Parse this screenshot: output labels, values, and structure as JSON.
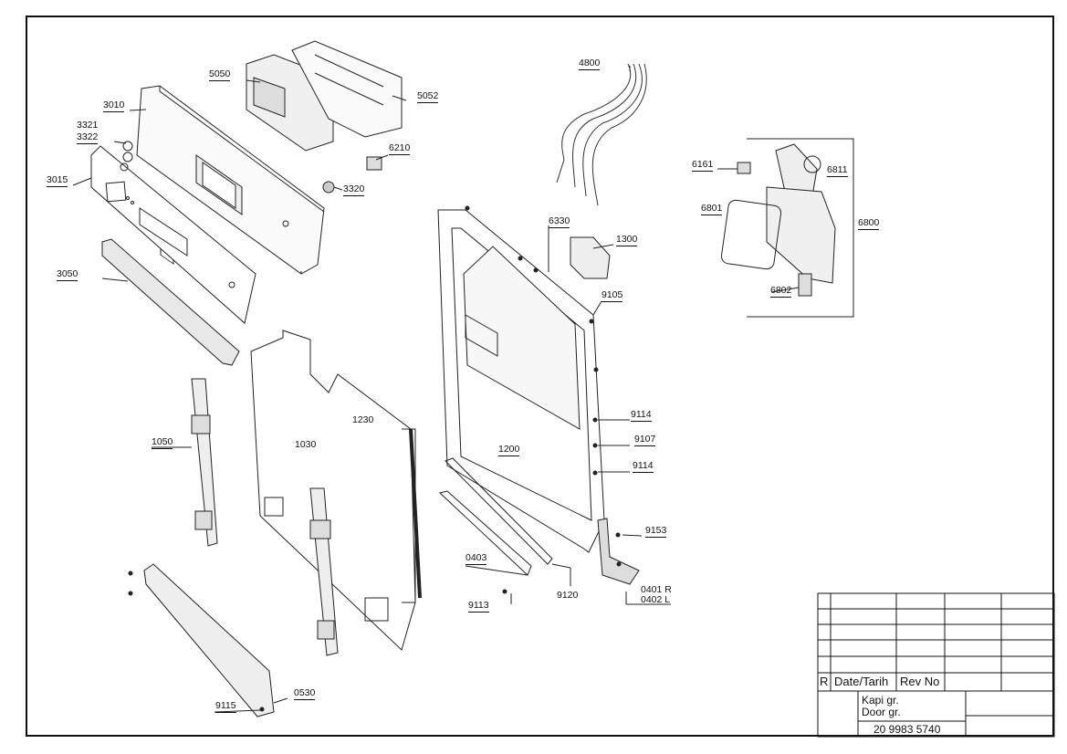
{
  "parts": {
    "p5050": "5050",
    "p5052": "5052",
    "p4800": "4800",
    "p3010": "3010",
    "p3321": "3321",
    "p3322": "3322",
    "p6210": "6210",
    "p3015": "3015",
    "p3320": "3320",
    "p6161": "6161",
    "p6811": "6811",
    "p6801": "6801",
    "p6800": "6800",
    "p6330": "6330",
    "p1300": "1300",
    "p3050": "3050",
    "p6802": "6802",
    "p9105": "9105",
    "p1230": "1230",
    "p1030": "1030",
    "p9114a": "9114",
    "p9107": "9107",
    "p1050": "1050",
    "p1200": "1200",
    "p9114b": "9114",
    "p9153": "9153",
    "p0403": "0403",
    "p0401": "0401 R",
    "p0402": "0402 L",
    "p9120": "9120",
    "p9113": "9113",
    "p0530": "0530",
    "p9115": "9115"
  },
  "title_block": {
    "rev_col_label": "R",
    "date_label": "Date/Tarih",
    "rev_no_label": "Rev No",
    "name_tr": "Kapi gr.",
    "name_en": "Door gr.",
    "drawing_number": "20 9983 5740"
  }
}
